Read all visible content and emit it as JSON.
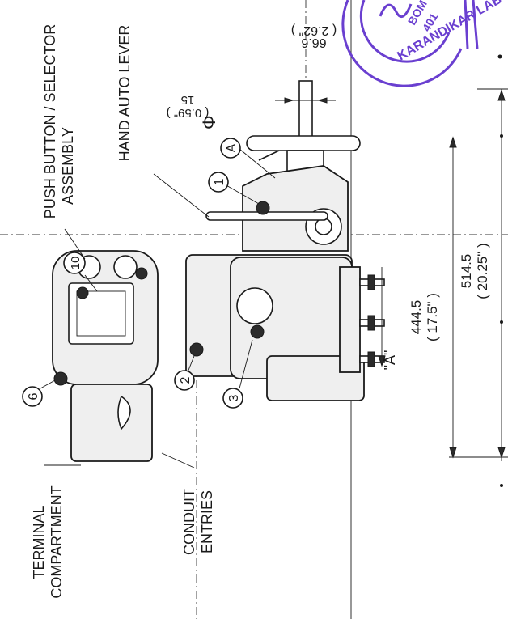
{
  "labels": {
    "push_button": "PUSH BUTTON / SELECTOR",
    "assembly": "ASSEMBLY",
    "hand_auto_lever": "HAND AUTO LEVER",
    "terminal": "TERMINAL",
    "compartment": "COMPARTMENT",
    "conduit": "CONDUIT",
    "entries": "ENTRIES"
  },
  "callouts": {
    "c1": "1",
    "c2": "2",
    "c3": "3",
    "c6": "6",
    "c10": "10",
    "cA": "A",
    "view": "\"A\""
  },
  "dimensions": {
    "top_mm": "66.6",
    "top_in": "( 2.62\" )",
    "stem_mm": "15",
    "stem_in": "( 0.59\" )",
    "stem_symbol": "Φ",
    "height_mm": "444.5",
    "height_in": "( 17.5\" )",
    "overall_mm": "514.5",
    "overall_in": "( 20.25\" )"
  },
  "stamp": {
    "arc_text": "KARANDIKAR LABO",
    "center_1": "BOM",
    "center_2": "401",
    "color": "#6a3fd0"
  }
}
